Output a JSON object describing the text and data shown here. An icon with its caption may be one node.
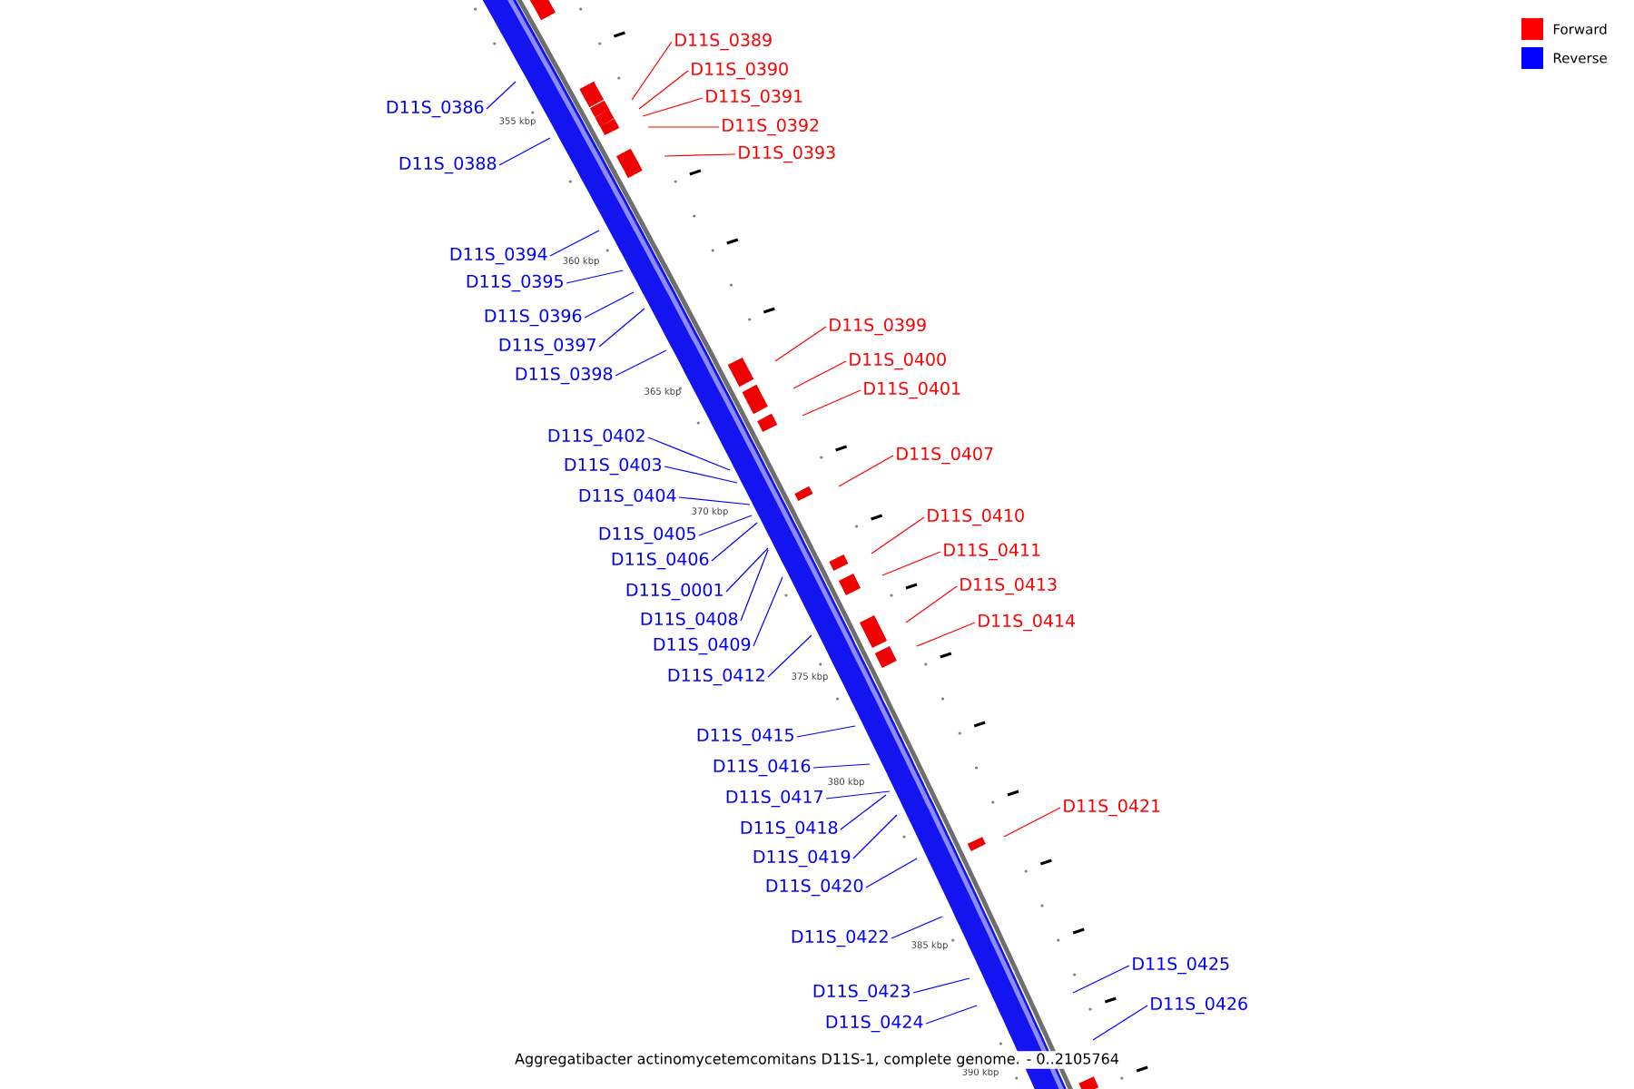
{
  "diagram": {
    "caption": "Aggregatibacter actinomycetemcomitans D11S-1, complete genome. - 0..2105764",
    "nodes": [
      {
        "text": [
          "D11S_0389"
        ]
      },
      {
        "text": [
          "D11S_0390"
        ]
      },
      {
        "text": [
          "D11S_0391"
        ]
      },
      {
        "text": [
          "D11S_0386"
        ]
      },
      {
        "text": [
          "D11S_0392"
        ]
      },
      {
        "text": [
          "D11S_0393"
        ]
      },
      {
        "text": [
          "D11S_0388"
        ]
      },
      {
        "text": [
          "D11S_0394"
        ]
      },
      {
        "text": [
          "D11S_0395"
        ]
      },
      {
        "text": [
          "D11S_0396"
        ]
      },
      {
        "text": [
          "D11S_0399"
        ]
      },
      {
        "text": [
          "D11S_0397"
        ]
      },
      {
        "text": [
          "D11S_0400"
        ]
      },
      {
        "text": [
          "D11S_0398"
        ]
      },
      {
        "text": [
          "D11S_0401"
        ]
      },
      {
        "text": [
          "D11S_0402"
        ]
      },
      {
        "text": [
          "D11S_0407"
        ]
      },
      {
        "text": [
          "D11S_0403"
        ]
      },
      {
        "text": [
          "D11S_0404"
        ]
      },
      {
        "text": [
          "D11S_0410"
        ]
      },
      {
        "text": [
          "D11S_0405"
        ]
      },
      {
        "text": [
          "D11S_0411"
        ]
      },
      {
        "text": [
          "D11S_0406"
        ]
      },
      {
        "text": [
          "D11S_0413"
        ]
      },
      {
        "text": [
          "D11S_0001"
        ]
      },
      {
        "text": [
          "D11S_0408"
        ]
      },
      {
        "text": [
          "D11S_0414"
        ]
      },
      {
        "text": [
          "D11S_0409"
        ]
      },
      {
        "text": [
          "D11S_0412"
        ]
      },
      {
        "text": [
          "D11S_0415"
        ]
      },
      {
        "text": [
          "D11S_0416"
        ]
      },
      {
        "text": [
          "D11S_0417"
        ]
      },
      {
        "text": [
          "D11S_0421"
        ]
      },
      {
        "text": [
          "D11S_0418"
        ]
      },
      {
        "text": [
          "D11S_0419"
        ]
      },
      {
        "text": [
          "D11S_0420"
        ]
      },
      {
        "text": [
          "D11S_0422"
        ]
      },
      {
        "text": [
          "D11S_0425"
        ]
      },
      {
        "text": [
          "D11S_0423"
        ]
      },
      {
        "text": [
          "D11S_0426"
        ]
      },
      {
        "text": [
          "D11S_0424"
        ]
      }
    ],
    "edges": [
      {
        "from": 0,
        "to": null,
        "arrow": "none",
        "color": "#ff0000"
      },
      {
        "from": 1,
        "to": null,
        "arrow": "none",
        "color": "#ff0000"
      },
      {
        "from": 2,
        "to": null,
        "arrow": "none",
        "color": "#ff0000"
      },
      {
        "from": 3,
        "to": null,
        "arrow": "none"
      },
      {
        "from": 4,
        "to": null,
        "arrow": "none",
        "color": "#ff0000"
      },
      {
        "from": 5,
        "to": null,
        "arrow": "none",
        "color": "#ff0000"
      },
      {
        "from": 6,
        "to": null,
        "arrow": "none"
      },
      {
        "from": 7,
        "to": null,
        "arrow": "none"
      },
      {
        "from": 8,
        "to": null,
        "arrow": "none"
      },
      {
        "from": 9,
        "to": null,
        "arrow": "none"
      },
      {
        "from": 10,
        "to": null,
        "arrow": "none",
        "color": "#ff0000"
      },
      {
        "from": 11,
        "to": null,
        "arrow": "none"
      },
      {
        "from": 12,
        "to": null,
        "arrow": "none",
        "color": "#ff0000"
      },
      {
        "from": 13,
        "to": null,
        "arrow": "none"
      },
      {
        "from": 14,
        "to": null,
        "arrow": "none",
        "color": "#ff0000"
      },
      {
        "from": 15,
        "to": null,
        "arrow": "none"
      },
      {
        "from": 16,
        "to": null,
        "arrow": "none",
        "color": "#ff0000"
      },
      {
        "from": 17,
        "to": null,
        "arrow": "none"
      },
      {
        "from": 18,
        "to": null,
        "arrow": "none"
      },
      {
        "from": 19,
        "to": null,
        "arrow": "none",
        "color": "#ff0000"
      },
      {
        "from": 20,
        "to": null,
        "arrow": "none"
      },
      {
        "from": 21,
        "to": null,
        "arrow": "none",
        "color": "#ff0000"
      },
      {
        "from": 22,
        "to": null,
        "arrow": "none"
      },
      {
        "from": 23,
        "to": null,
        "arrow": "none",
        "color": "#ff0000"
      },
      {
        "from": 24,
        "to": null,
        "arrow": "none"
      },
      {
        "from": 25,
        "to": null,
        "arrow": "none"
      },
      {
        "from": 26,
        "to": null,
        "arrow": "none",
        "color": "#ff0000"
      },
      {
        "from": 27,
        "to": null,
        "arrow": "none"
      },
      {
        "from": 28,
        "to": null,
        "arrow": "none"
      },
      {
        "from": 29,
        "to": null,
        "arrow": "none"
      },
      {
        "from": 30,
        "to": null,
        "arrow": "none"
      },
      {
        "from": 31,
        "to": null,
        "arrow": "none"
      },
      {
        "from": 32,
        "to": null,
        "arrow": "none",
        "color": "#ff0000"
      },
      {
        "from": 33,
        "to": null,
        "arrow": "none"
      },
      {
        "from": 34,
        "to": null,
        "arrow": "none"
      },
      {
        "from": 35,
        "to": null,
        "arrow": "none"
      },
      {
        "from": 36,
        "to": null,
        "arrow": "none"
      },
      {
        "from": 37,
        "to": null,
        "arrow": "none"
      },
      {
        "from": 38,
        "to": null,
        "arrow": "none"
      },
      {
        "from": 39,
        "to": null,
        "arrow": "none"
      },
      {
        "from": 40,
        "to": null,
        "arrow": "none"
      }
    ],
    "labels": [
      "355 kbp",
      "360 kbp",
      "365 kbp",
      "370 kbp",
      "375 kbp",
      "380 kbp",
      "385 kbp",
      "390 kbp"
    ],
    "legend": [
      {
        "text": "Forward",
        "color": "#ff0000"
      },
      {
        "text": "Reverse",
        "color": "#0000ff"
      }
    ]
  }
}
